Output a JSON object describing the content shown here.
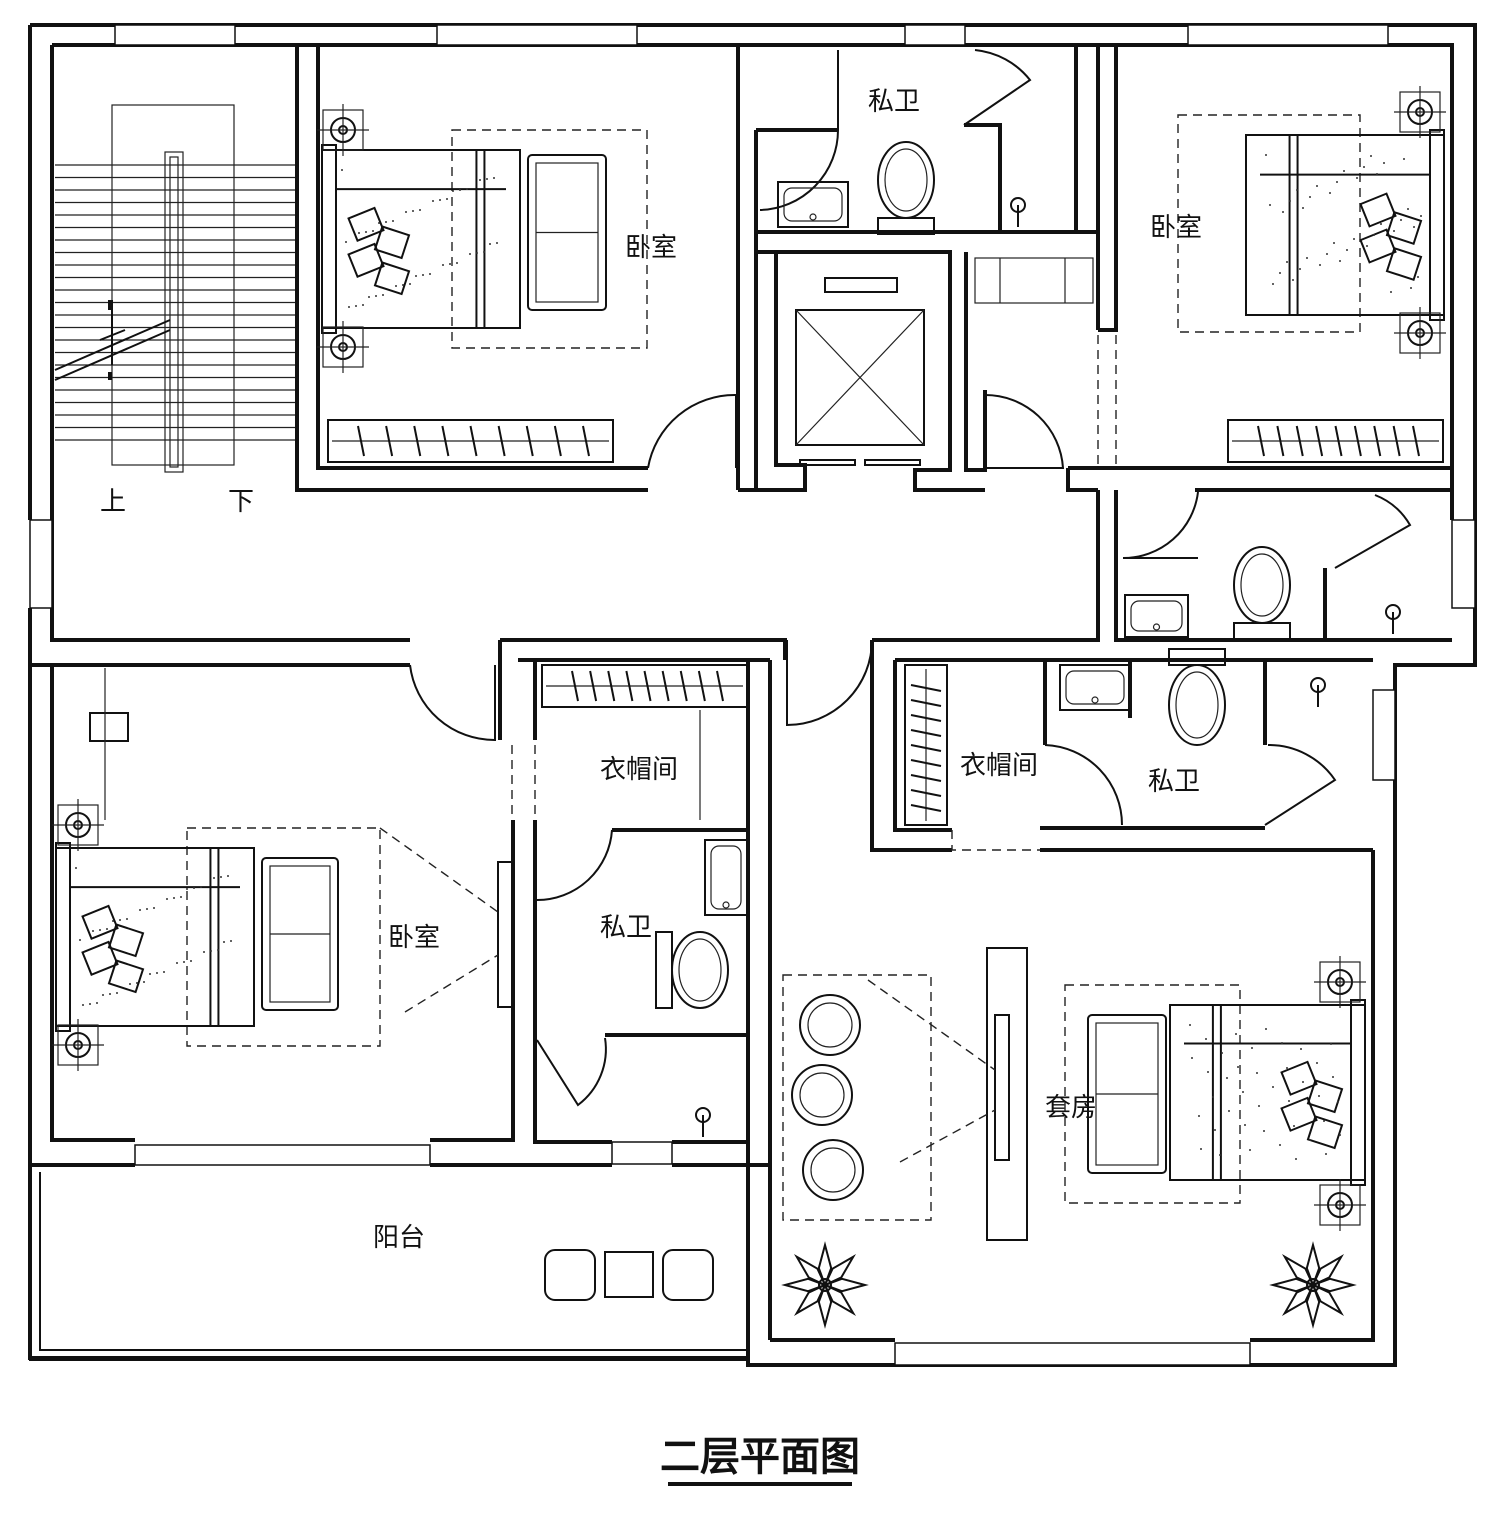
{
  "drawing_title": "二层平面图",
  "rooms": {
    "bath_top": "私卫",
    "bedroom_top_left": "卧室",
    "bedroom_top_right": "卧室",
    "closet_center": "衣帽间",
    "closet_right": "衣帽间",
    "bath_right": "私卫",
    "bedroom_left": "卧室",
    "bath_center": "私卫",
    "suite": "套房",
    "balcony": "阳台"
  },
  "stairs": {
    "up": "上",
    "down": "下"
  }
}
